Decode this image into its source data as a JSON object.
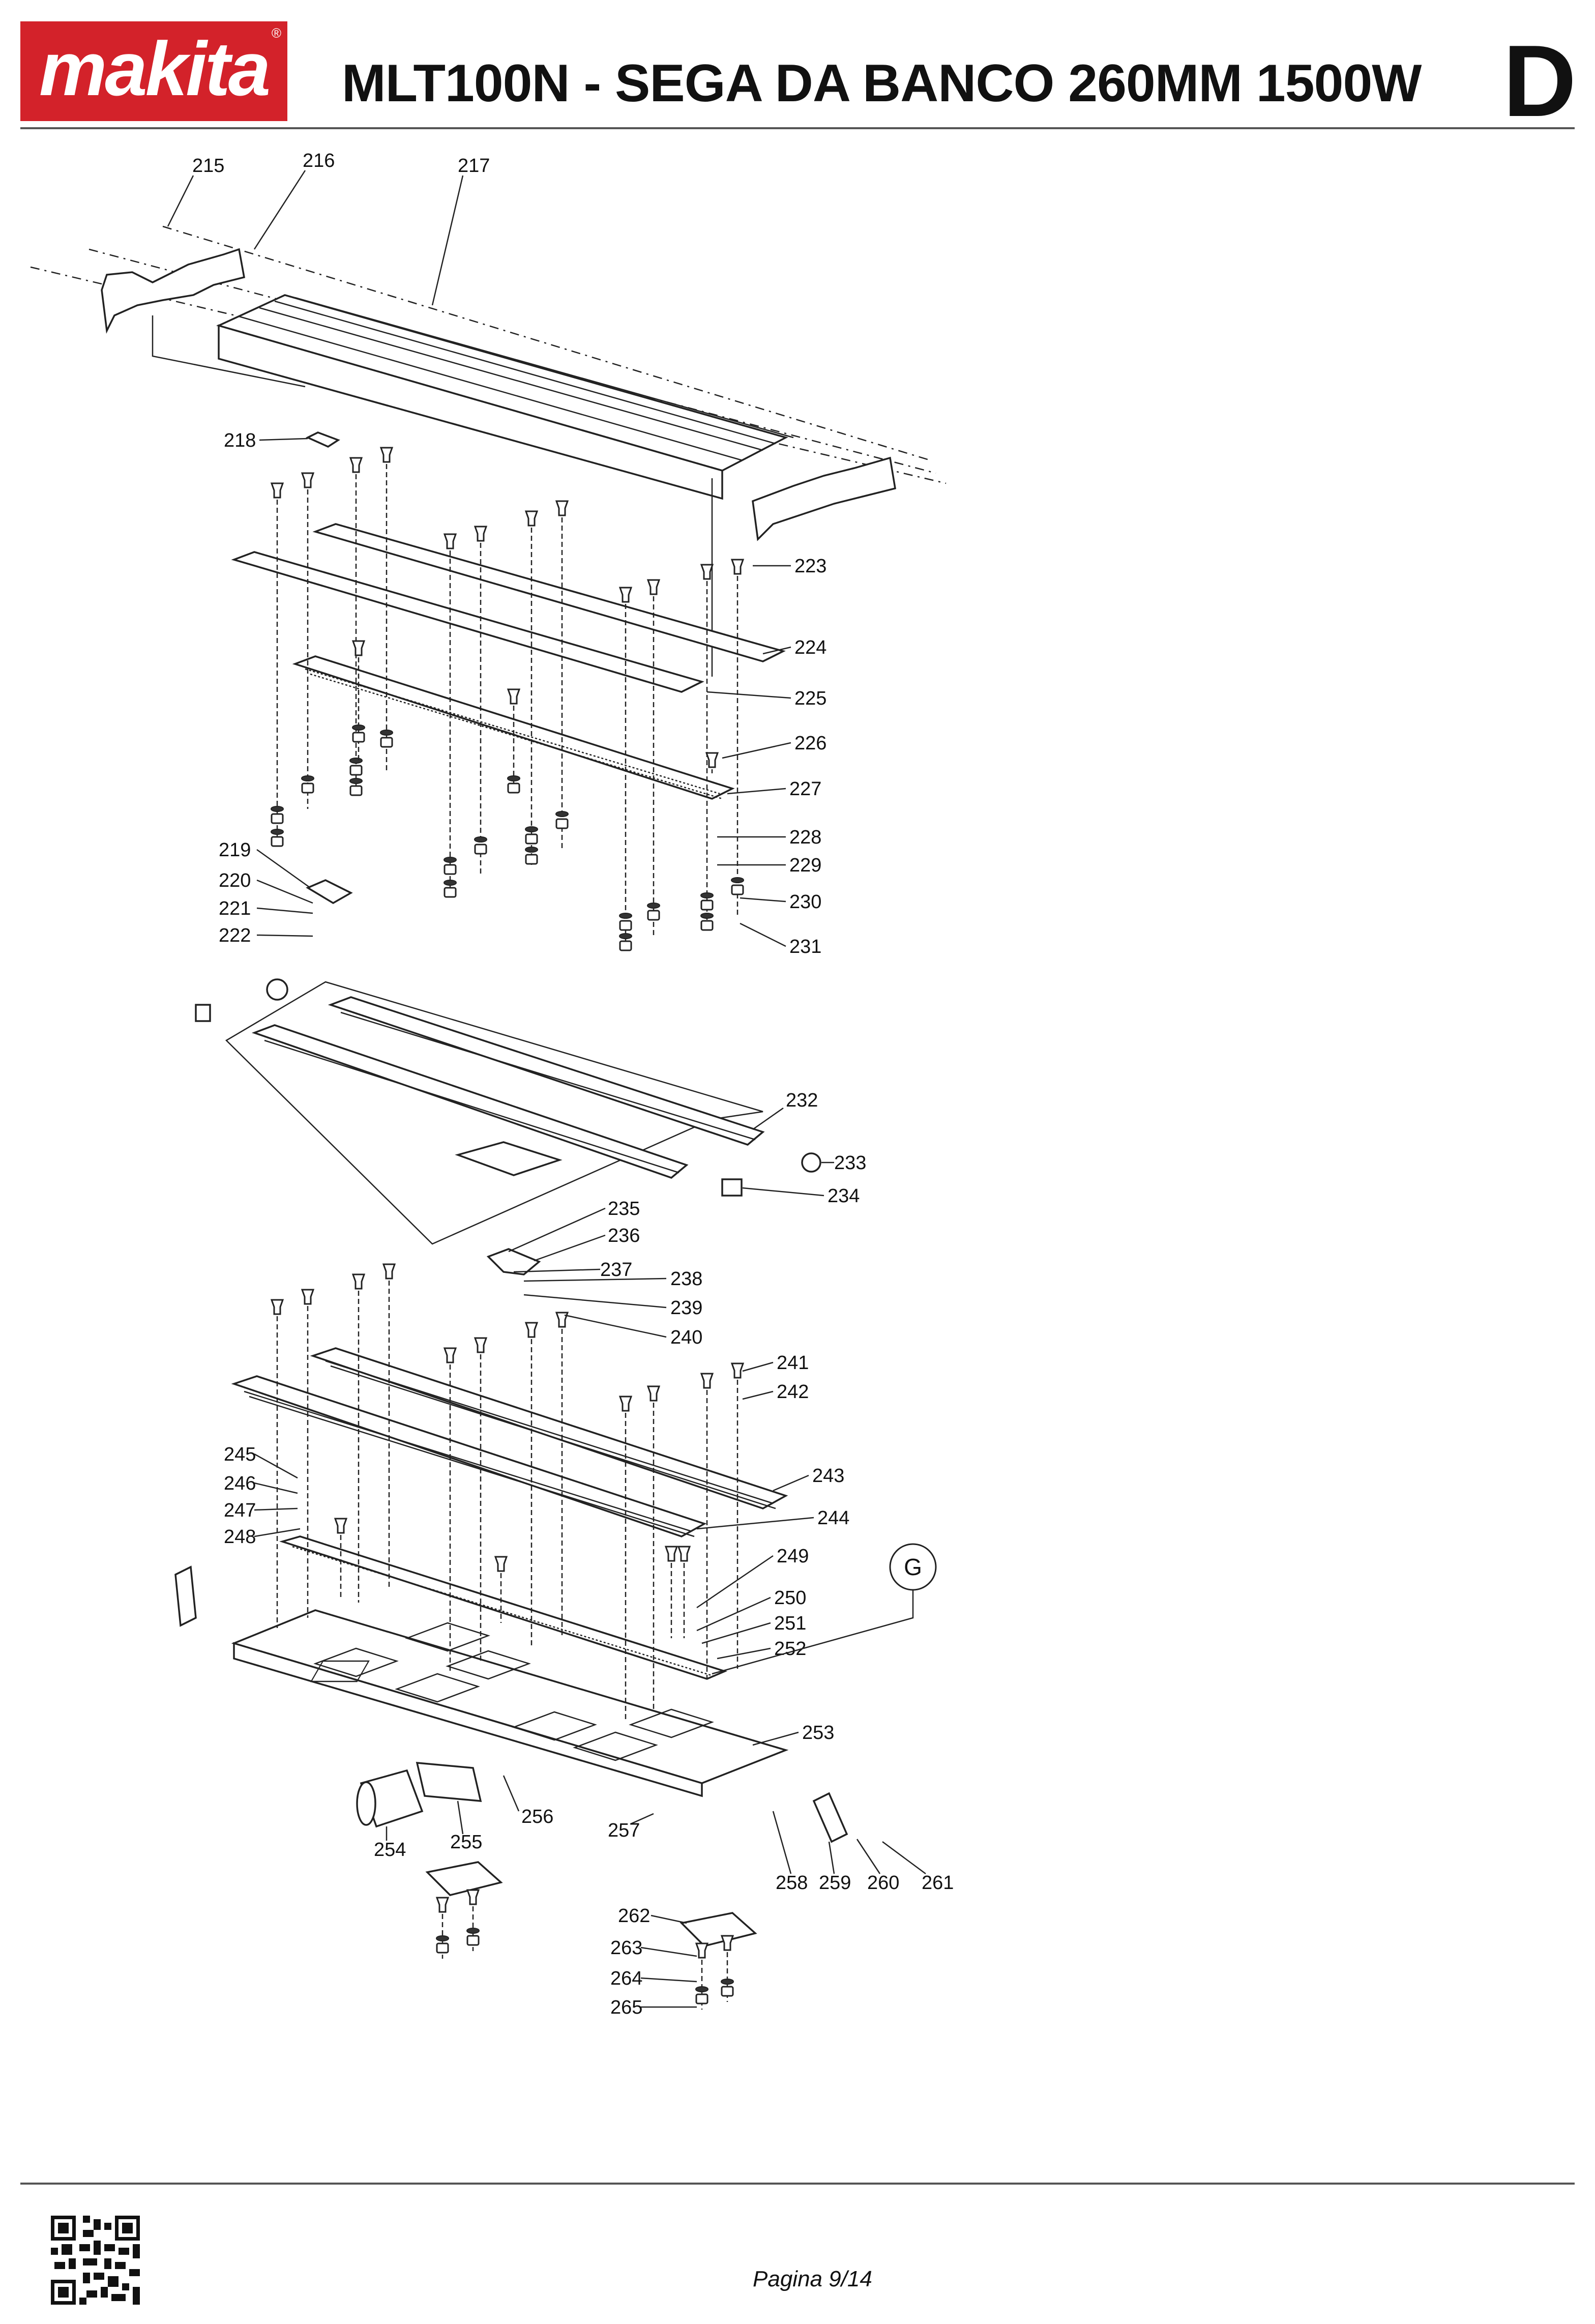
{
  "header": {
    "logo_text": "makita",
    "logo_registered": "®",
    "title": "MLT100N - SEGA DA BANCO 260MM 1500W",
    "section_letter": "D"
  },
  "diagram": {
    "callout_labels": [
      "215",
      "216",
      "217",
      "218",
      "219",
      "220",
      "221",
      "222",
      "223",
      "224",
      "225",
      "226",
      "227",
      "228",
      "229",
      "230",
      "231",
      "232",
      "233",
      "234",
      "235",
      "236",
      "237",
      "238",
      "239",
      "240",
      "241",
      "242",
      "243",
      "244",
      "245",
      "246",
      "247",
      "248",
      "249",
      "250",
      "251",
      "252",
      "253",
      "254",
      "255",
      "256",
      "257",
      "258",
      "259",
      "260",
      "261",
      "262",
      "263",
      "264",
      "265"
    ],
    "group_marker": "G"
  },
  "footer": {
    "page_label": "Pagina 9/14"
  },
  "colors": {
    "brand_red": "#d3222a",
    "ink": "#111111",
    "rule": "#555555"
  }
}
